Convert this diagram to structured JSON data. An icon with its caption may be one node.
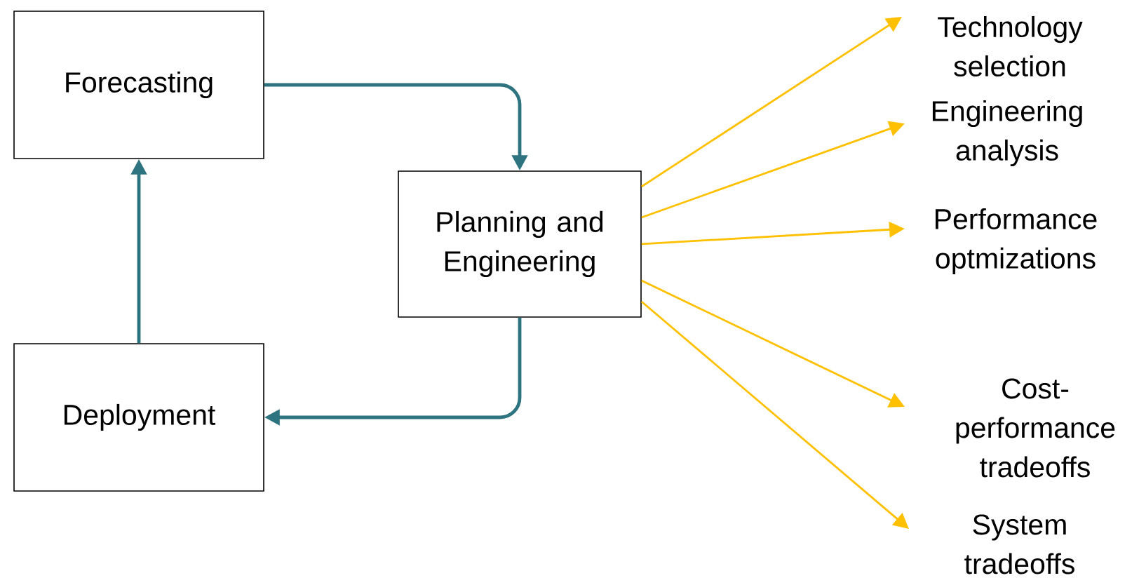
{
  "diagram": {
    "nodes": [
      {
        "text": [
          "Forecasting"
        ]
      },
      {
        "text": [
          "Planning and Engineering"
        ]
      },
      {
        "text": [
          "Deployment"
        ]
      },
      {
        "text": [
          "Technology selection"
        ]
      },
      {
        "text": [
          "Engineering analysis"
        ]
      },
      {
        "text": [
          "Performance optmizations"
        ]
      },
      {
        "text": [
          "Cost- performance tradeoffs"
        ]
      },
      {
        "text": [
          "System tradeoffs"
        ]
      }
    ],
    "edges": [
      {
        "from": 0,
        "to": 1,
        "arrow": "to",
        "color": "#2e7480"
      },
      {
        "from": 1,
        "to": 2,
        "arrow": "to",
        "color": "#2e7480"
      },
      {
        "from": 2,
        "to": 0,
        "arrow": "to",
        "color": "#2e7480"
      },
      {
        "from": 1,
        "to": 3,
        "arrow": "to"
      },
      {
        "from": 1,
        "to": 4,
        "arrow": "to"
      },
      {
        "from": 1,
        "to": 5,
        "arrow": "to"
      },
      {
        "from": 1,
        "to": 6,
        "arrow": "to"
      },
      {
        "from": 1,
        "to": 7,
        "arrow": "to"
      }
    ]
  }
}
